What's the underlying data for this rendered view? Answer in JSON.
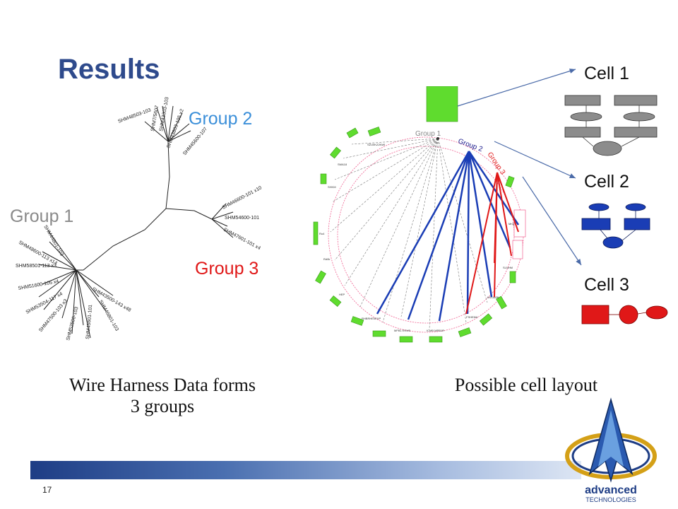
{
  "slide": {
    "title": "Results",
    "number": "17"
  },
  "tree": {
    "group1": "Group 1",
    "group2": "Group 2",
    "group3": "Group 3",
    "caption_line1": "Wire Harness Data forms",
    "caption_line2": "3 groups"
  },
  "circle": {
    "label_group1": "Group 1",
    "label_group2": "Group 2",
    "label_group3": "Group 3",
    "caption": "Possible cell layout"
  },
  "cells": {
    "cell1": "Cell 1",
    "cell2": "Cell 2",
    "cell3": "Cell 3"
  },
  "logo": {
    "line1": "advanced",
    "line2": "TECHNOLOGIES"
  },
  "colors": {
    "title": "#2e4a8c",
    "group1": "#8a8a8a",
    "group2": "#3b8fd9",
    "group3": "#e01818",
    "blue_lines": "#1a3db5",
    "red_lines": "#e01818",
    "green_blocks": "#5fdc2e",
    "cell1_fill": "#8c8c8c",
    "cell2_fill": "#1a3db5",
    "cell3_fill": "#e01818"
  }
}
